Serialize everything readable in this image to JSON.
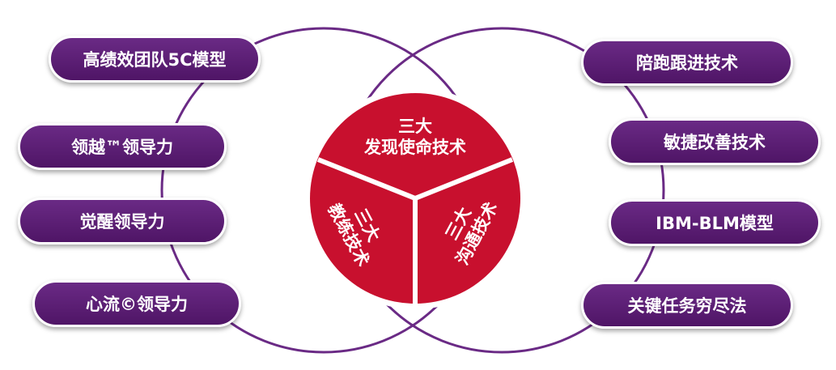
{
  "colors": {
    "pill": "#5a1d73",
    "ring": "#6a2a85",
    "center": "#c8102e",
    "white": "#ffffff"
  },
  "center": {
    "top": [
      "三大",
      "发现使命技术"
    ],
    "left": [
      "三大",
      "教练技术"
    ],
    "right": [
      "三大",
      "沟通技术"
    ]
  },
  "left_items": [
    "高绩效团队5C模型",
    "领越™领导力",
    "觉醒领导力",
    "心流©领导力"
  ],
  "right_items": [
    "陪跑跟进技术",
    "敏捷改善技术",
    "IBM-BLM模型",
    "关键任务穷尽法"
  ]
}
